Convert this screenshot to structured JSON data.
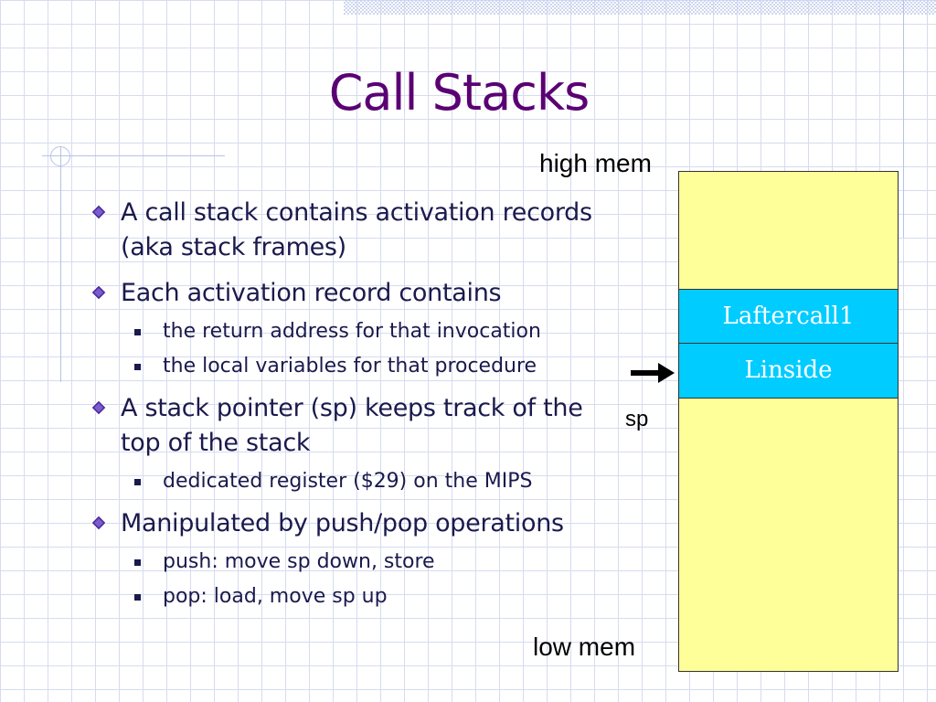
{
  "slide": {
    "title": "Call Stacks",
    "bullets": [
      {
        "text": "A call stack contains activation records (aka stack frames)",
        "sub": []
      },
      {
        "text": "Each activation record contains",
        "sub": [
          "the return address for that invocation",
          "the local variables for that procedure"
        ]
      },
      {
        "text": "A stack pointer (sp) keeps track of the top of the stack",
        "sub": [
          "dedicated register ($29) on the MIPS"
        ]
      },
      {
        "text": "Manipulated by push/pop operations",
        "sub": [
          "push: move sp down, store",
          "pop: load, move sp up"
        ]
      }
    ]
  },
  "diagram": {
    "high_label": "high mem",
    "low_label": "low mem",
    "sp_label": "sp",
    "frames": [
      "Laftercall1",
      "Linside"
    ],
    "colors": {
      "stack": "#ffff99",
      "frame": "#00ccff",
      "title": "#5a0073",
      "text": "#1a1a4d"
    }
  }
}
